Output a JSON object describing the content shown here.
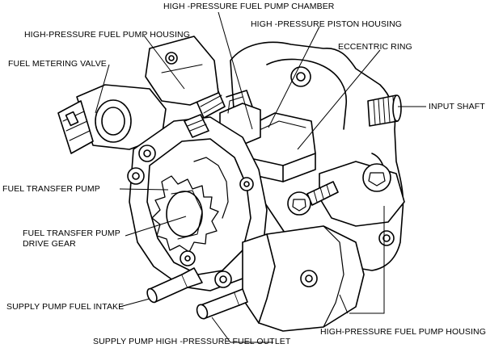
{
  "labels": {
    "hp_chamber": "HIGH -PRESSURE FUEL PUMP CHAMBER",
    "hp_housing_top": "HIGH-PRESSURE FUEL PUMP HOUSING",
    "hp_piston_housing": "HIGH -PRESSURE PISTON HOUSING",
    "fuel_metering_valve": "FUEL METERING VALVE",
    "eccentric_ring": "ECCENTRIC RING",
    "input_shaft": "INPUT SHAFT",
    "fuel_transfer_pump": "FUEL TRANSFER PUMP",
    "ftp_drive_gear_1": "FUEL TRANSFER PUMP",
    "ftp_drive_gear_2": "DRIVE GEAR",
    "supply_intake": "SUPPLY PUMP FUEL INTAKE",
    "supply_outlet": "SUPPLY PUMP HIGH -PRESSURE FUEL OUTLET",
    "hp_housing_bottom": "HIGH-PRESSURE FUEL PUMP HOUSING"
  }
}
